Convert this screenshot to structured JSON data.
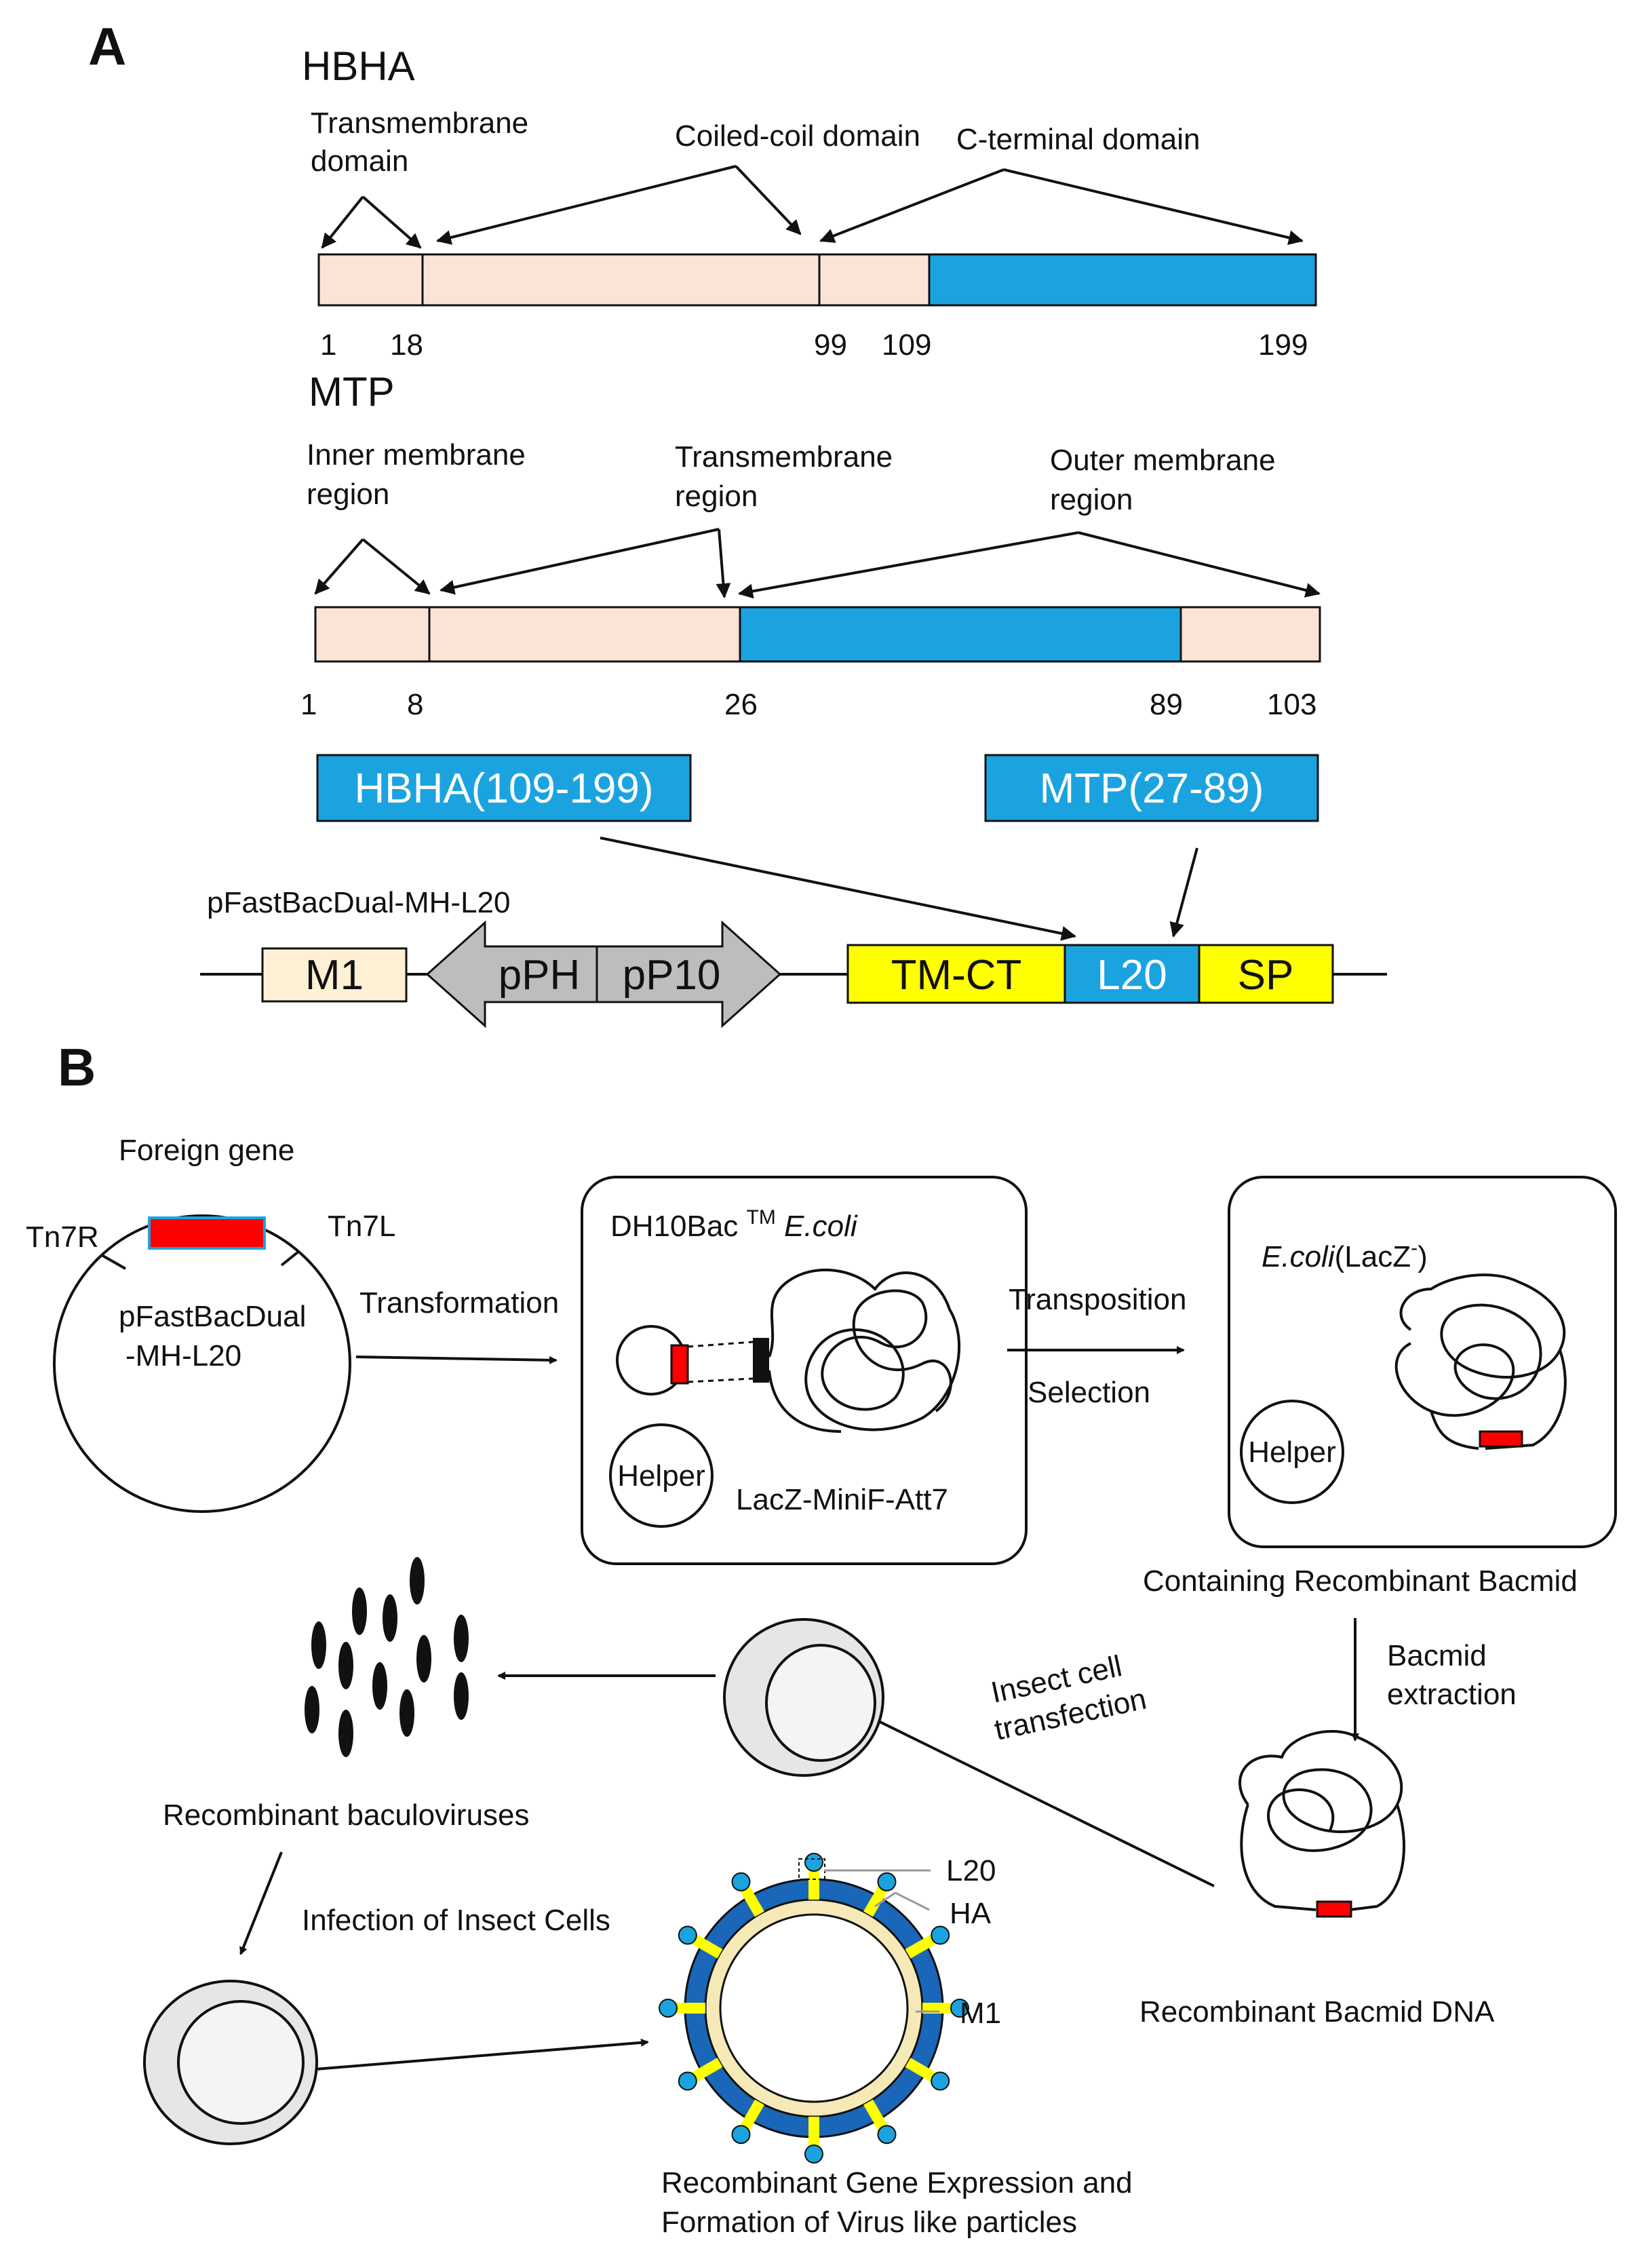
{
  "panel_a": {
    "label": "A",
    "hbha": {
      "title": "HBHA",
      "domain_labels": [
        "Transmembrane",
        "domain",
        "Coiled-coil domain",
        "C-terminal domain"
      ],
      "positions": [
        "1",
        "18",
        "99",
        "109",
        "199"
      ]
    },
    "mtp": {
      "title": "MTP",
      "region_labels": [
        "Inner membrane",
        "region",
        "Transmembrane",
        "region",
        "Outer membrane",
        "region"
      ],
      "positions": [
        "1",
        "8",
        "26",
        "89",
        "103"
      ]
    },
    "fragments": [
      "HBHA(109-199)",
      "MTP(27-89)"
    ],
    "construct": {
      "name": "pFastBacDual-MH-L20",
      "elements": [
        "M1",
        "pPH",
        "pP10",
        "TM-CT",
        "L20",
        "SP"
      ]
    }
  },
  "panel_b": {
    "label": "B",
    "foreign_gene": "Foreign gene",
    "tn7r": "Tn7R",
    "tn7l": "Tn7L",
    "plasmid": [
      "pFastBacDual",
      "-MH-L20"
    ],
    "transformation": "Transformation",
    "dh10bac": {
      "name": "DH10Bac",
      "tm": "TM",
      "species": "E.coli"
    },
    "helper": "Helper",
    "lacz": "LacZ-MiniF-Att7",
    "transposition": "Transposition",
    "selection": "Selection",
    "ecoli_lacz": {
      "species": "E.coli",
      "suffix": "(LacZ",
      "sup": "-",
      "close": ")"
    },
    "containing": "Containing Recombinant Bacmid",
    "bacmid_extraction": [
      "Bacmid",
      "extraction"
    ],
    "recombinant_dna": "Recombinant Bacmid DNA",
    "insect_transfection": [
      "Insect cell",
      "transfection"
    ],
    "recombinant_baculoviruses": "Recombinant baculoviruses",
    "infection": "Infection of Insect Cells",
    "vlp_labels": [
      "L20",
      "HA",
      "M1"
    ],
    "final": [
      "Recombinant Gene Expression and",
      "Formation of Virus like particles"
    ]
  },
  "colors": {
    "pink": "#fbe3d6",
    "blue": "#1ba3e0",
    "yellow": "#ffff00",
    "red": "#ff0000",
    "grey": "#bdbdbd",
    "vlp_shell": "#1a66b8",
    "vlp_core": "#fdf5dc"
  }
}
